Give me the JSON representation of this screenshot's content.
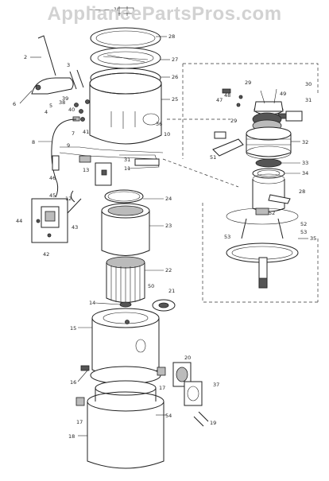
{
  "watermark": "AppliancePartsPros.com",
  "callouts": [
    {
      "id": "c1",
      "text": "1"
    },
    {
      "id": "c2",
      "text": "2"
    },
    {
      "id": "c3",
      "text": "3"
    },
    {
      "id": "c4",
      "text": "4"
    },
    {
      "id": "c5",
      "text": "5"
    },
    {
      "id": "c6",
      "text": "6"
    },
    {
      "id": "c7",
      "text": "7"
    },
    {
      "id": "c8",
      "text": "8"
    },
    {
      "id": "c9",
      "text": "9"
    },
    {
      "id": "c10",
      "text": "10"
    },
    {
      "id": "c11",
      "text": "11"
    },
    {
      "id": "c12",
      "text": "12"
    },
    {
      "id": "c13",
      "text": "13"
    },
    {
      "id": "c14",
      "text": "14"
    },
    {
      "id": "c15",
      "text": "15"
    },
    {
      "id": "c16",
      "text": "16"
    },
    {
      "id": "c17",
      "text": "17"
    },
    {
      "id": "c17b",
      "text": "17"
    },
    {
      "id": "c18",
      "text": "18"
    },
    {
      "id": "c19",
      "text": "19"
    },
    {
      "id": "c20",
      "text": "20"
    },
    {
      "id": "c21",
      "text": "21"
    },
    {
      "id": "c22",
      "text": "22"
    },
    {
      "id": "c23",
      "text": "23"
    },
    {
      "id": "c24",
      "text": "24"
    },
    {
      "id": "c25",
      "text": "25"
    },
    {
      "id": "c26",
      "text": "26"
    },
    {
      "id": "c27",
      "text": "27"
    },
    {
      "id": "c28",
      "text": "28"
    },
    {
      "id": "c28b",
      "text": "28"
    },
    {
      "id": "c29",
      "text": "29"
    },
    {
      "id": "c29b",
      "text": "29"
    },
    {
      "id": "c30",
      "text": "30"
    },
    {
      "id": "c31",
      "text": "31"
    },
    {
      "id": "c31b",
      "text": "31"
    },
    {
      "id": "c32",
      "text": "32"
    },
    {
      "id": "c33",
      "text": "33"
    },
    {
      "id": "c34",
      "text": "34"
    },
    {
      "id": "c35",
      "text": "35"
    },
    {
      "id": "c36",
      "text": "36"
    },
    {
      "id": "c37",
      "text": "37"
    },
    {
      "id": "c38",
      "text": "38"
    },
    {
      "id": "c39",
      "text": "39"
    },
    {
      "id": "c40",
      "text": "40"
    },
    {
      "id": "c41",
      "text": "41"
    },
    {
      "id": "c42",
      "text": "42"
    },
    {
      "id": "c43",
      "text": "43"
    },
    {
      "id": "c44",
      "text": "44"
    },
    {
      "id": "c45",
      "text": "45"
    },
    {
      "id": "c46",
      "text": "46"
    },
    {
      "id": "c47",
      "text": "47"
    },
    {
      "id": "c48",
      "text": "48"
    },
    {
      "id": "c49",
      "text": "49"
    },
    {
      "id": "c50",
      "text": "50"
    },
    {
      "id": "c51",
      "text": "51"
    },
    {
      "id": "c52",
      "text": "52"
    },
    {
      "id": "c52b",
      "text": "52"
    },
    {
      "id": "c53",
      "text": "53"
    },
    {
      "id": "c53b",
      "text": "53"
    },
    {
      "id": "c54",
      "text": "54"
    }
  ]
}
